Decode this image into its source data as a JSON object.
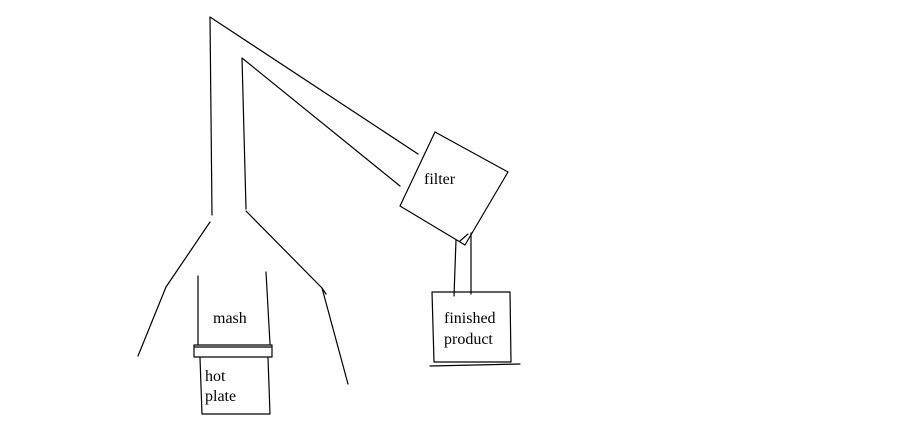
{
  "diagram": {
    "labels": {
      "mash": "mash",
      "hot_plate_line1": "hot",
      "hot_plate_line2": "plate",
      "filter": "filter",
      "finished_product_line1": "finished",
      "finished_product_line2": "product"
    },
    "colors": {
      "background": "#ffffff",
      "ink": "#000000"
    }
  }
}
